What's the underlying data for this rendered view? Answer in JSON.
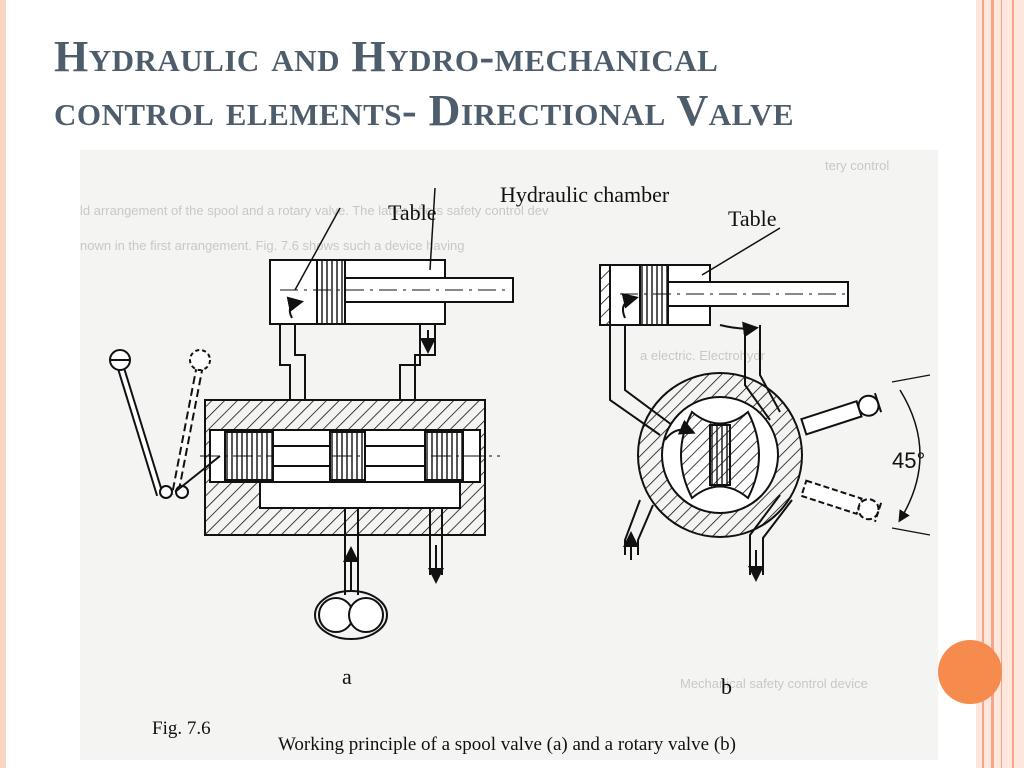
{
  "slide": {
    "title_line1": "Hydraulic and Hydro-mechanical",
    "title_line2": "control elements- Directional Valve"
  },
  "figure": {
    "labels": {
      "hydraulic_chamber": "Hydraulic chamber",
      "table_a": "Table",
      "table_b": "Table",
      "angle": "45°",
      "sub_a": "a",
      "sub_b": "b"
    },
    "caption": {
      "number": "Fig. 7.6",
      "text": "Working principle of a spool valve (a) and a rotary valve (b)"
    },
    "bleed_through_text": [
      "tery control",
      "ld arrangement of the spool and a rotary valve. The latter offers safety control dev",
      "nown in the first arrangement. Fig. 7.6 shows such a device having",
      "a electric. Electrohydr",
      "Mechanical safety control device"
    ]
  },
  "colors": {
    "title": "#4e5d6c",
    "accent_band": "#f4a58a",
    "accent_circle": "#f58b4c",
    "figure_background": "#f4f4f2"
  }
}
